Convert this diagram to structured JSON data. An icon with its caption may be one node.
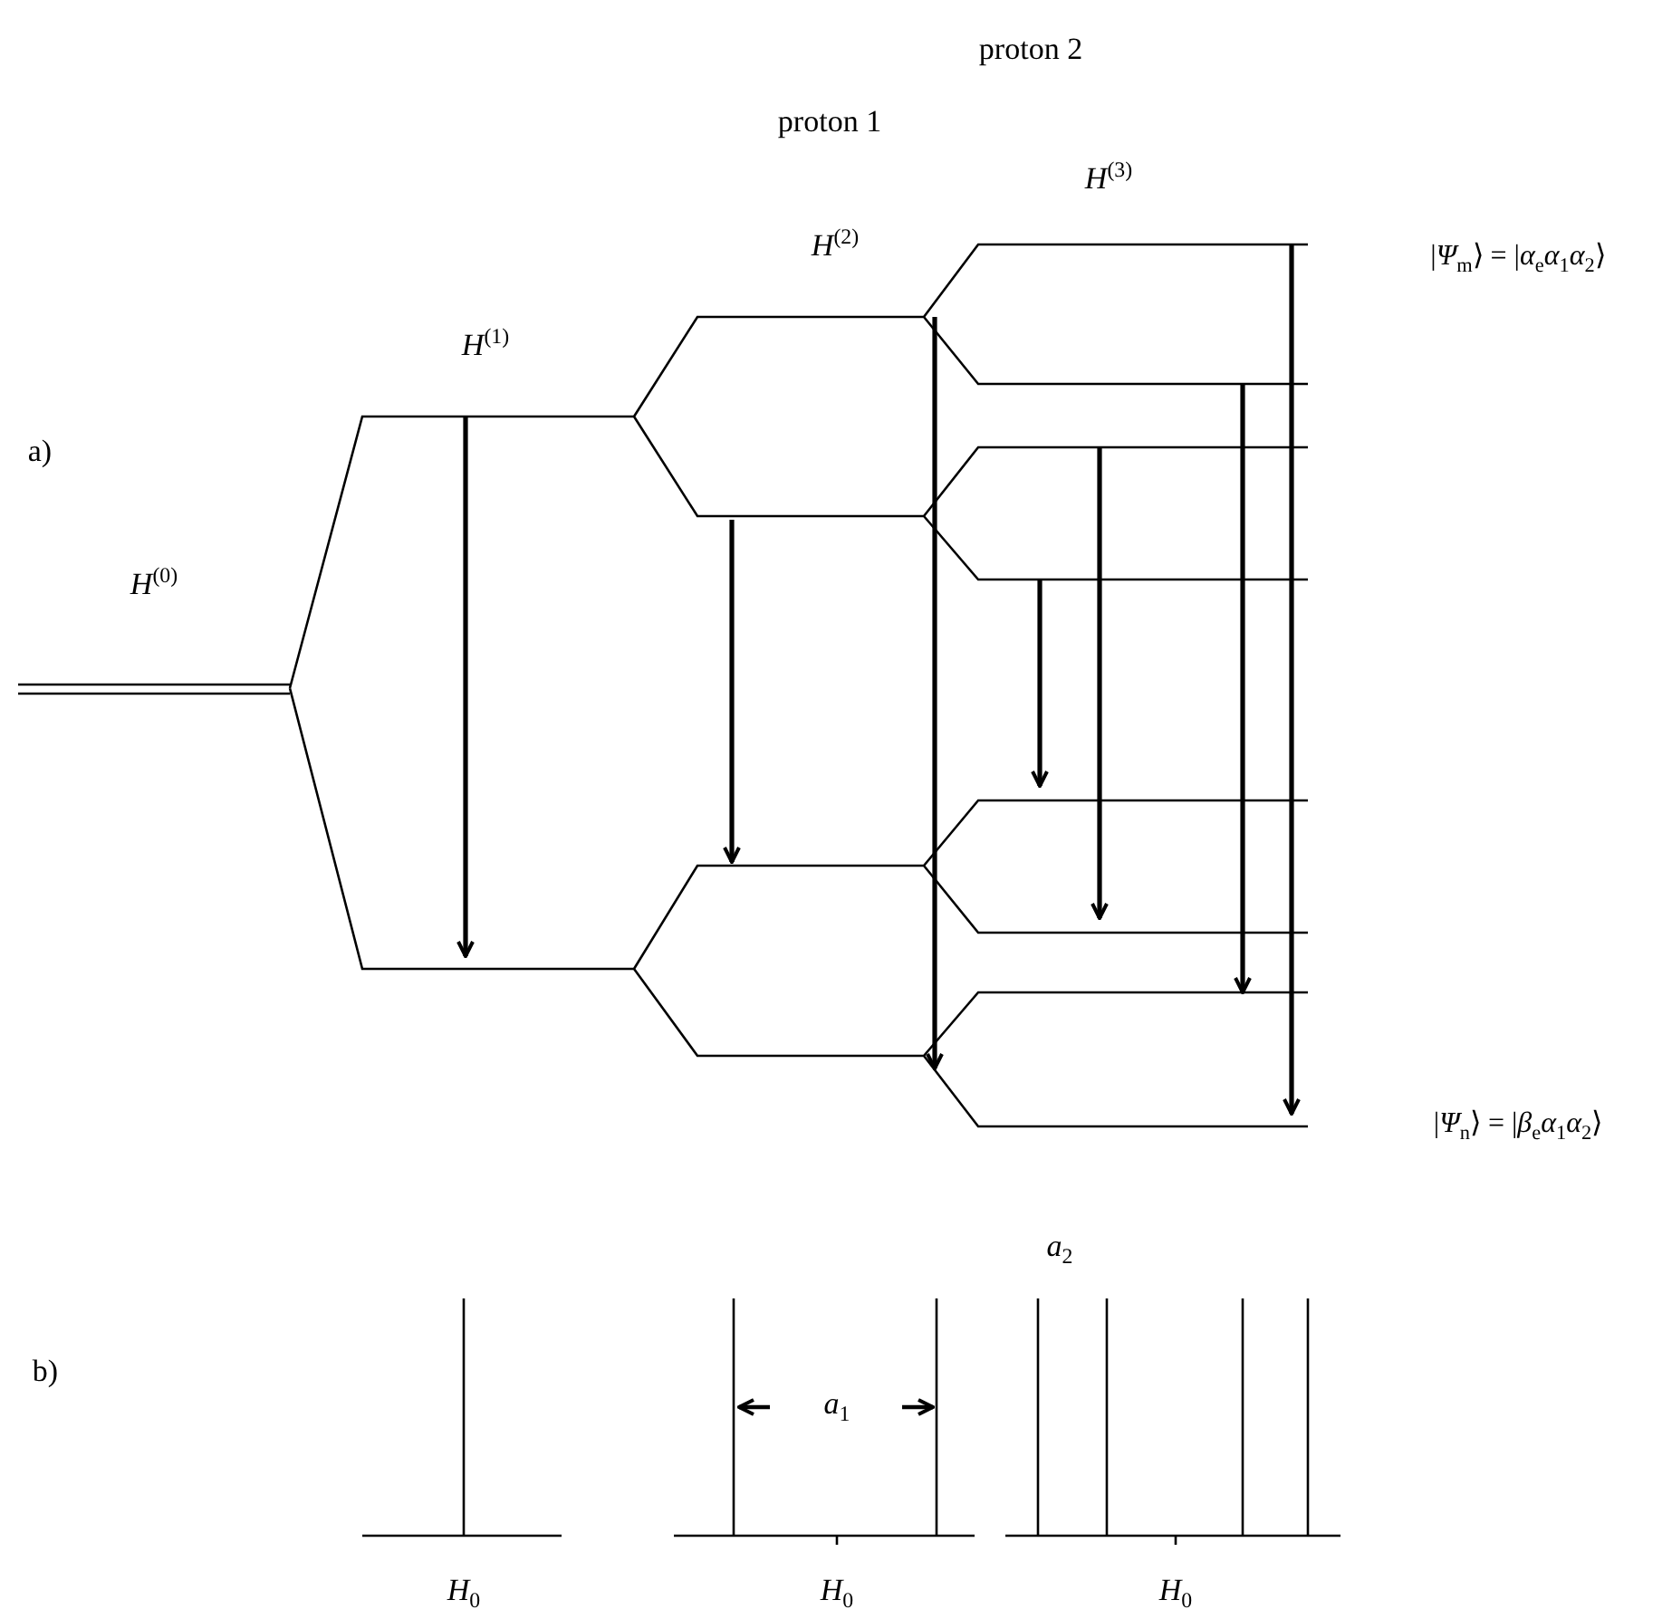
{
  "diagram": {
    "labels": [
      "proton 2",
      "proton 1",
      "*H*$^{(3)}$",
      "*H*$^{(2)}$",
      "|*Ψ*$_{m}$⟩ = |*α*$_{e}$*α*$_{1}$*α*$_{2}$⟩",
      "*H*$^{(1)}$",
      "a)",
      "*H*$^{(0)}$",
      "|*Ψ*$_{n}$⟩ = |*β*$_{e}$*α*$_{1}$*α*$_{2}$⟩",
      "*a*$_{2}$",
      "b)",
      "*a*$_{1}$",
      "*H*$_{0}$",
      "*H*$_{0}$",
      "*H*$_{0}$"
    ]
  }
}
